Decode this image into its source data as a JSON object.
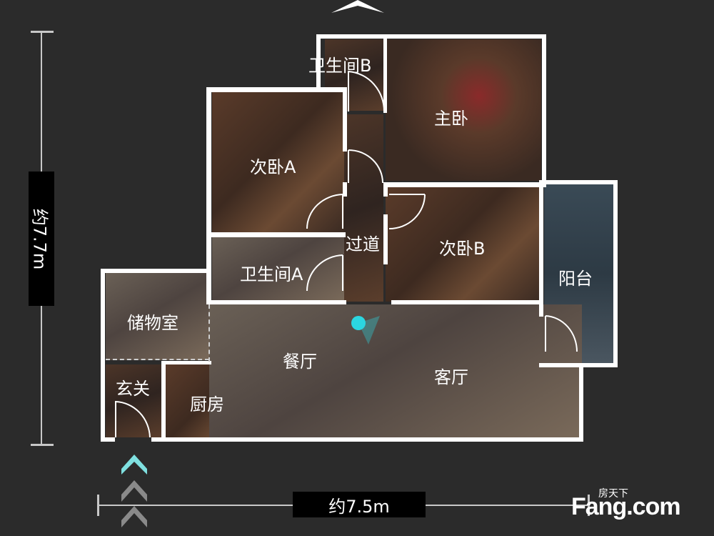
{
  "rooms": {
    "bathroom_b": "卫生间B",
    "master_bedroom": "主卧",
    "second_bedroom_a": "次卧A",
    "second_bedroom_b": "次卧B",
    "corridor": "过道",
    "bathroom_a": "卫生间A",
    "balcony": "阳台",
    "storage": "储物室",
    "dining": "餐厅",
    "living": "客厅",
    "entrance": "玄关",
    "kitchen": "厨房"
  },
  "dimensions": {
    "height": "约7.7m",
    "width": "约7.5m"
  },
  "watermark": {
    "brand": "Fang.com",
    "tagline": "房天下"
  },
  "colors": {
    "background": "#2b2b2b",
    "wall": "#ffffff",
    "position_marker": "#2bd6e0"
  }
}
